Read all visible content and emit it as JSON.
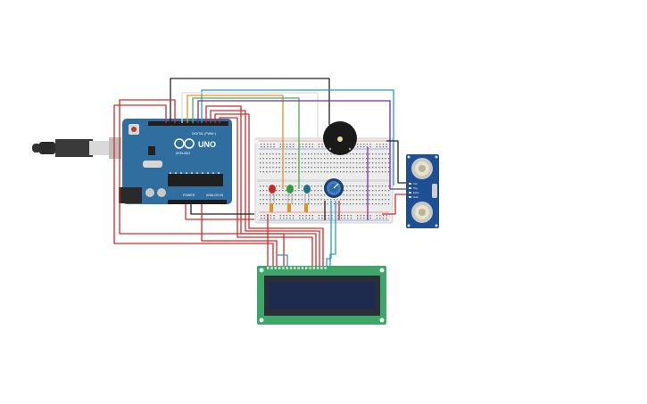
{
  "arduino": {
    "model_label": "UNO",
    "brand_label": "ARDUINO",
    "digital_label": "DIGITAL (PWM~)",
    "power_label": "POWER",
    "analog_label": "ANALOG IN",
    "board_color": "#2f6e9f"
  },
  "ultrasonic": {
    "pin_labels": [
      "Vcc",
      "Trig",
      "Echo",
      "Gnd"
    ],
    "board_color": "#1f4f93"
  },
  "leds": [
    {
      "color": "#c62828"
    },
    {
      "color": "#2e9e3a"
    },
    {
      "color": "#1f6f8b"
    }
  ],
  "lcd": {
    "board_color": "#3fa66a",
    "screen_color": "#1f2a4f"
  },
  "wire_colors": {
    "red": "#d42a2a",
    "black": "#222222",
    "orange": "#e0922a",
    "green": "#4caf50",
    "blue": "#2a9bc4",
    "purple": "#7b2f9e",
    "white": "#e6e6e6"
  }
}
